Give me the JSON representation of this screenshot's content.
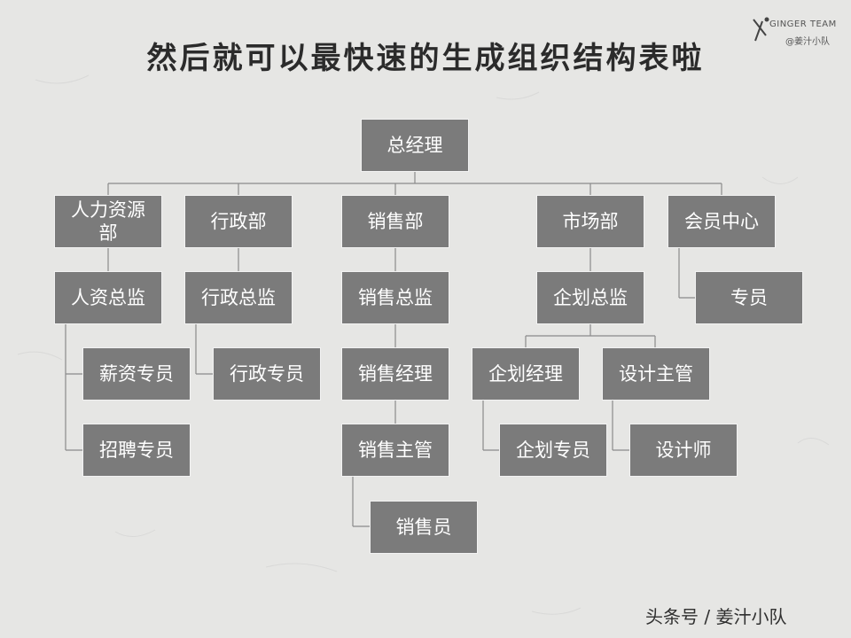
{
  "title": "然后就可以最快速的生成组织结构表啦",
  "logo": {
    "name": "GINGER TEAM",
    "sub": "@姜汁小队"
  },
  "nodes": {
    "gm": "总经理",
    "hr": "人力资源部",
    "admin": "行政部",
    "sales": "销售部",
    "market": "市场部",
    "member": "会员中心",
    "hr_director": "人资总监",
    "admin_director": "行政总监",
    "sales_director": "销售总监",
    "plan_director": "企划总监",
    "member_specialist": "专员",
    "salary_specialist": "薪资专员",
    "admin_specialist": "行政专员",
    "sales_manager": "销售经理",
    "plan_manager": "企划经理",
    "design_lead": "设计主管",
    "recruit_specialist": "招聘专员",
    "sales_supervisor": "销售主管",
    "plan_specialist": "企划专员",
    "designer": "设计师",
    "salesperson": "销售员"
  },
  "footer": "头条号 / 姜汁小队"
}
